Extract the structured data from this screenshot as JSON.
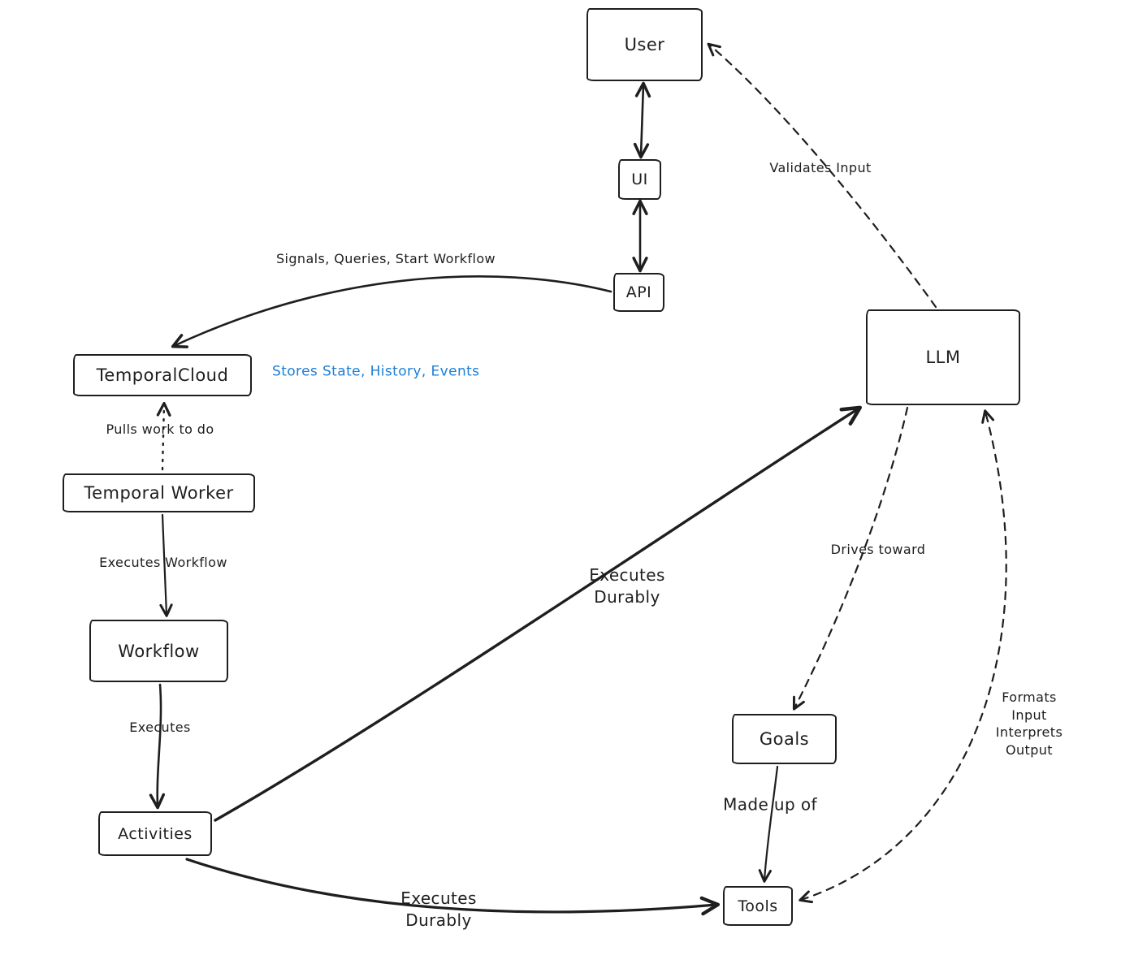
{
  "diagram": {
    "nodes": {
      "user": {
        "label": "User"
      },
      "ui": {
        "label": "UI"
      },
      "api": {
        "label": "API"
      },
      "llm": {
        "label": "LLM"
      },
      "temporal_cloud": {
        "label": "TemporalCloud"
      },
      "temporal_worker": {
        "label": "Temporal Worker"
      },
      "workflow": {
        "label": "Workflow"
      },
      "activities": {
        "label": "Activities"
      },
      "goals": {
        "label": "Goals"
      },
      "tools": {
        "label": "Tools"
      }
    },
    "edges": {
      "api_to_temporalcloud": {
        "label": "Signals, Queries, Start Workflow",
        "style": "solid"
      },
      "llm_to_user": {
        "label": "Validates Input",
        "style": "dashed"
      },
      "temporalcloud_note": {
        "label": "Stores State, History, Events",
        "color": "#1c7ed6"
      },
      "worker_to_cloud": {
        "label": "Pulls work to do",
        "style": "dotted"
      },
      "worker_to_workflow": {
        "label": "Executes Workflow",
        "style": "solid"
      },
      "workflow_to_activities": {
        "label": "Executes",
        "style": "solid"
      },
      "activities_to_llm": {
        "label": "Executes\nDurably",
        "style": "solid-thick"
      },
      "activities_to_tools": {
        "label": "Executes\nDurably",
        "style": "solid-thick"
      },
      "llm_to_goals": {
        "label": "Drives toward",
        "style": "dashed"
      },
      "goals_to_tools": {
        "label": "Made up of",
        "style": "solid"
      },
      "tools_to_llm": {
        "label": "Formats Input\nInterprets Output",
        "style": "dashed"
      }
    },
    "colors": {
      "stroke": "#1e1e1e",
      "note_blue": "#1c7ed6",
      "background": "#ffffff"
    }
  }
}
